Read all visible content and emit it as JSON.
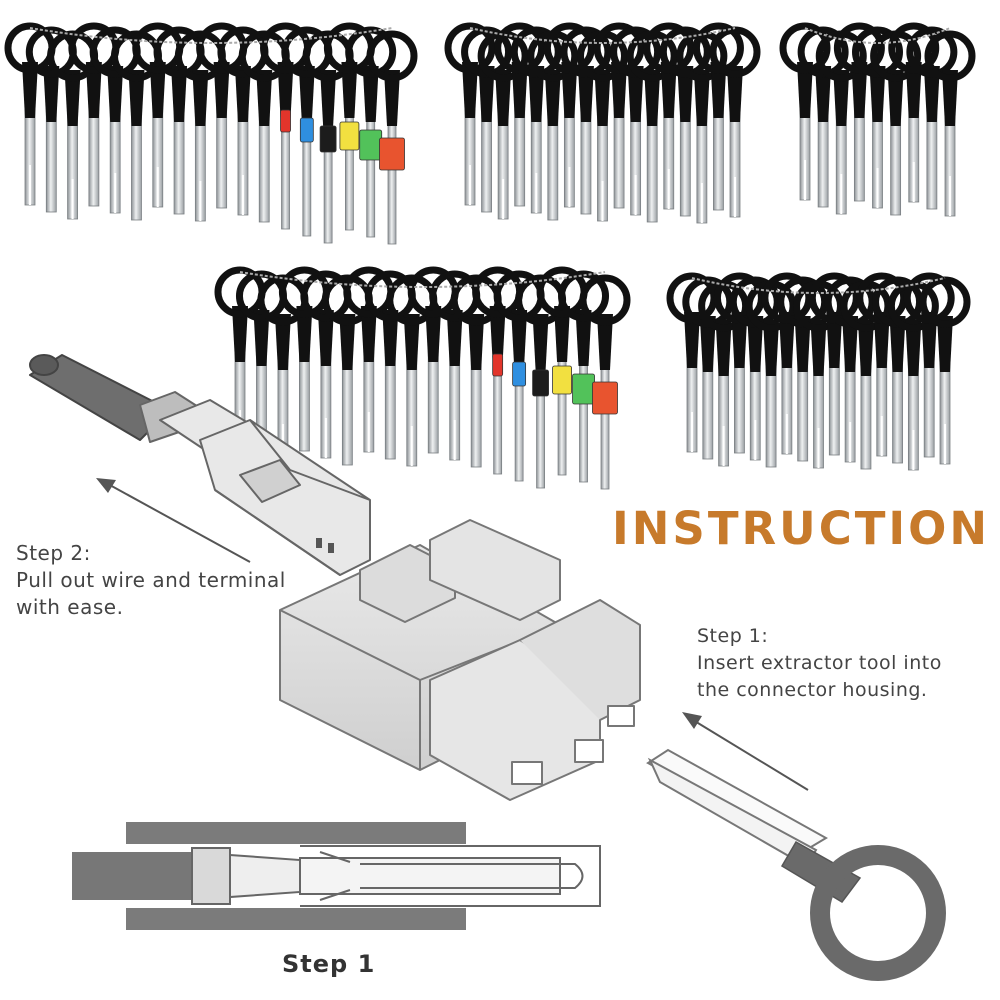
{
  "heading": "INSTRUCTION",
  "step2": {
    "title": "Step 2:",
    "text_line1": "Pull out wire and terminal",
    "text_line2": "with ease."
  },
  "step1_right": {
    "title": "Step 1:",
    "text_line1": "Insert extractor tool into",
    "text_line2": "the connector housing."
  },
  "step1_bottom": "Step 1",
  "colors": {
    "heading": "#c77a2b",
    "tool_black": "#111111",
    "steel": "#c9cccf",
    "sleeve_red": "#e2352b",
    "sleeve_blue": "#2f8fe0",
    "sleeve_black": "#1c1c1c",
    "sleeve_yellow": "#f2e040",
    "sleeve_green": "#52c25a",
    "sleeve_orange_red": "#e8542f",
    "diagram_gray": "#808080"
  },
  "tool_sets": [
    {
      "name": "set-top-left",
      "count": 18,
      "sleeves": [
        "red",
        "blue",
        "black",
        "yellow",
        "green",
        "orange_red"
      ]
    },
    {
      "name": "set-top-middle",
      "count": 17,
      "sleeves": []
    },
    {
      "name": "set-top-right",
      "count": 9,
      "sleeves": []
    },
    {
      "name": "set-middle-left",
      "count": 18,
      "sleeves": [
        "red",
        "blue",
        "black",
        "yellow",
        "green",
        "orange_red"
      ]
    },
    {
      "name": "set-middle-right",
      "count": 17,
      "sleeves": []
    }
  ]
}
